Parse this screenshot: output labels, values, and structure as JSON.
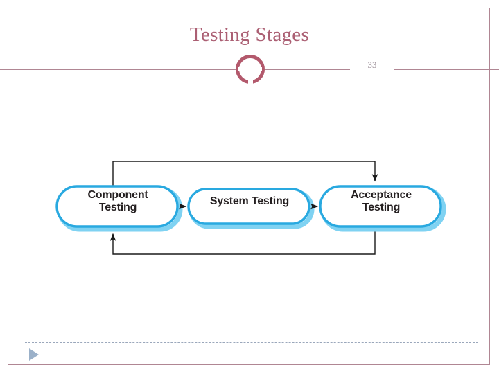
{
  "slide": {
    "title": "Testing Stages",
    "number": "33",
    "accent_color": "#ab5f73",
    "frame_color": "#b08693",
    "footer_marker_color": "#9bb1c9"
  },
  "diagram": {
    "type": "flow",
    "node_outline_color": "#29a9e0",
    "node_shadow_color": "#7fd2f2",
    "connector_color": "#1a1a1a",
    "nodes": [
      {
        "id": "component",
        "label": "Component\nTesting",
        "line1": "Component",
        "line2": "Testing"
      },
      {
        "id": "system",
        "label": "System Testing",
        "line1": "System Testing",
        "line2": ""
      },
      {
        "id": "acceptance",
        "label": "Acceptance\nTesting",
        "line1": "Acceptance",
        "line2": "Testing"
      }
    ],
    "connectors": [
      {
        "from": "component",
        "to": "system",
        "kind": "arrow-right"
      },
      {
        "from": "system",
        "to": "acceptance",
        "kind": "arrow-right"
      },
      {
        "from": "component",
        "to": "acceptance",
        "kind": "feedback-top"
      },
      {
        "from": "acceptance",
        "to": "component",
        "kind": "feedback-bottom"
      }
    ]
  }
}
